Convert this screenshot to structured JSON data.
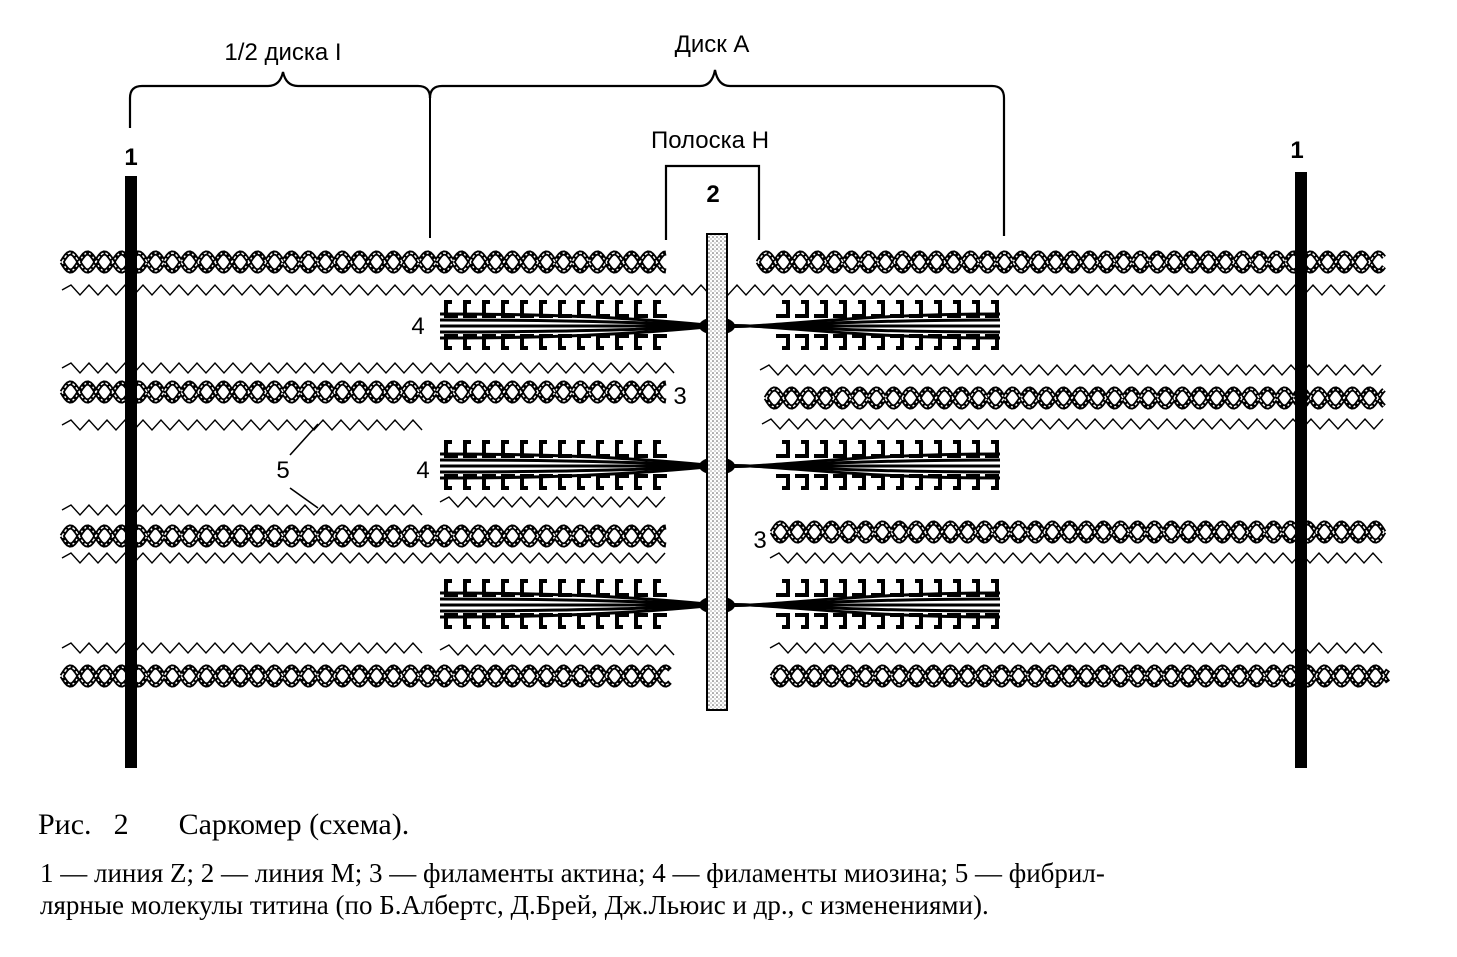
{
  "labels": {
    "half_disk_i": "1/2 диска I",
    "disk_a": "Диск А",
    "h_band": "Полоска Н",
    "z_line_left": "1",
    "z_line_right": "1",
    "m_line": "2",
    "actin_upper": "3",
    "actin_lower": "3",
    "myosin_top": "4",
    "myosin_mid": "4",
    "titin": "5"
  },
  "caption": {
    "fig_label": "Рис.",
    "fig_number": "2",
    "title": "Саркомер (схема).",
    "legend_line1": "1 — линия Z; 2 — линия М; 3 — филаменты актина; 4 — филаменты миозина; 5 — фибрил-",
    "legend_line2": "лярные молекулы титина (по Б.Албертс, Д.Брей, Дж.Льюис и др., с изменениями)."
  }
}
